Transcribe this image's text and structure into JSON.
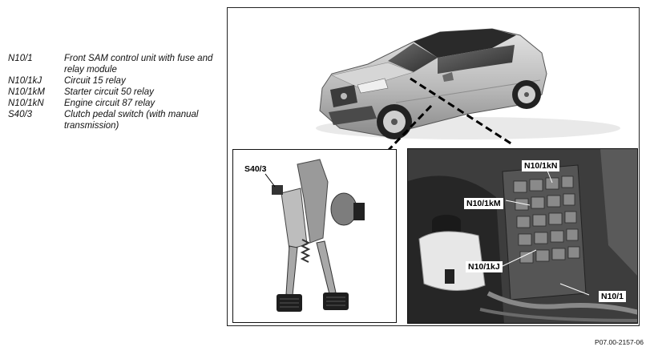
{
  "legend": [
    {
      "code": "N10/1",
      "description": "Front SAM control unit with fuse and relay module"
    },
    {
      "code": "N10/1kJ",
      "description": "Circuit 15 relay"
    },
    {
      "code": "N10/1kM",
      "description": "Starter circuit 50 relay"
    },
    {
      "code": "N10/1kN",
      "description": "Engine circuit 87 relay"
    },
    {
      "code": "S40/3",
      "description": "Clutch pedal switch (with manual transmission)"
    }
  ],
  "callouts": {
    "pedal_switch": "S40/3",
    "engine_relay": "N10/1kN",
    "starter_relay": "N10/1kM",
    "circuit15_relay": "N10/1kJ",
    "sam_unit": "N10/1"
  },
  "figure_reference": "P07.00-2157-06"
}
